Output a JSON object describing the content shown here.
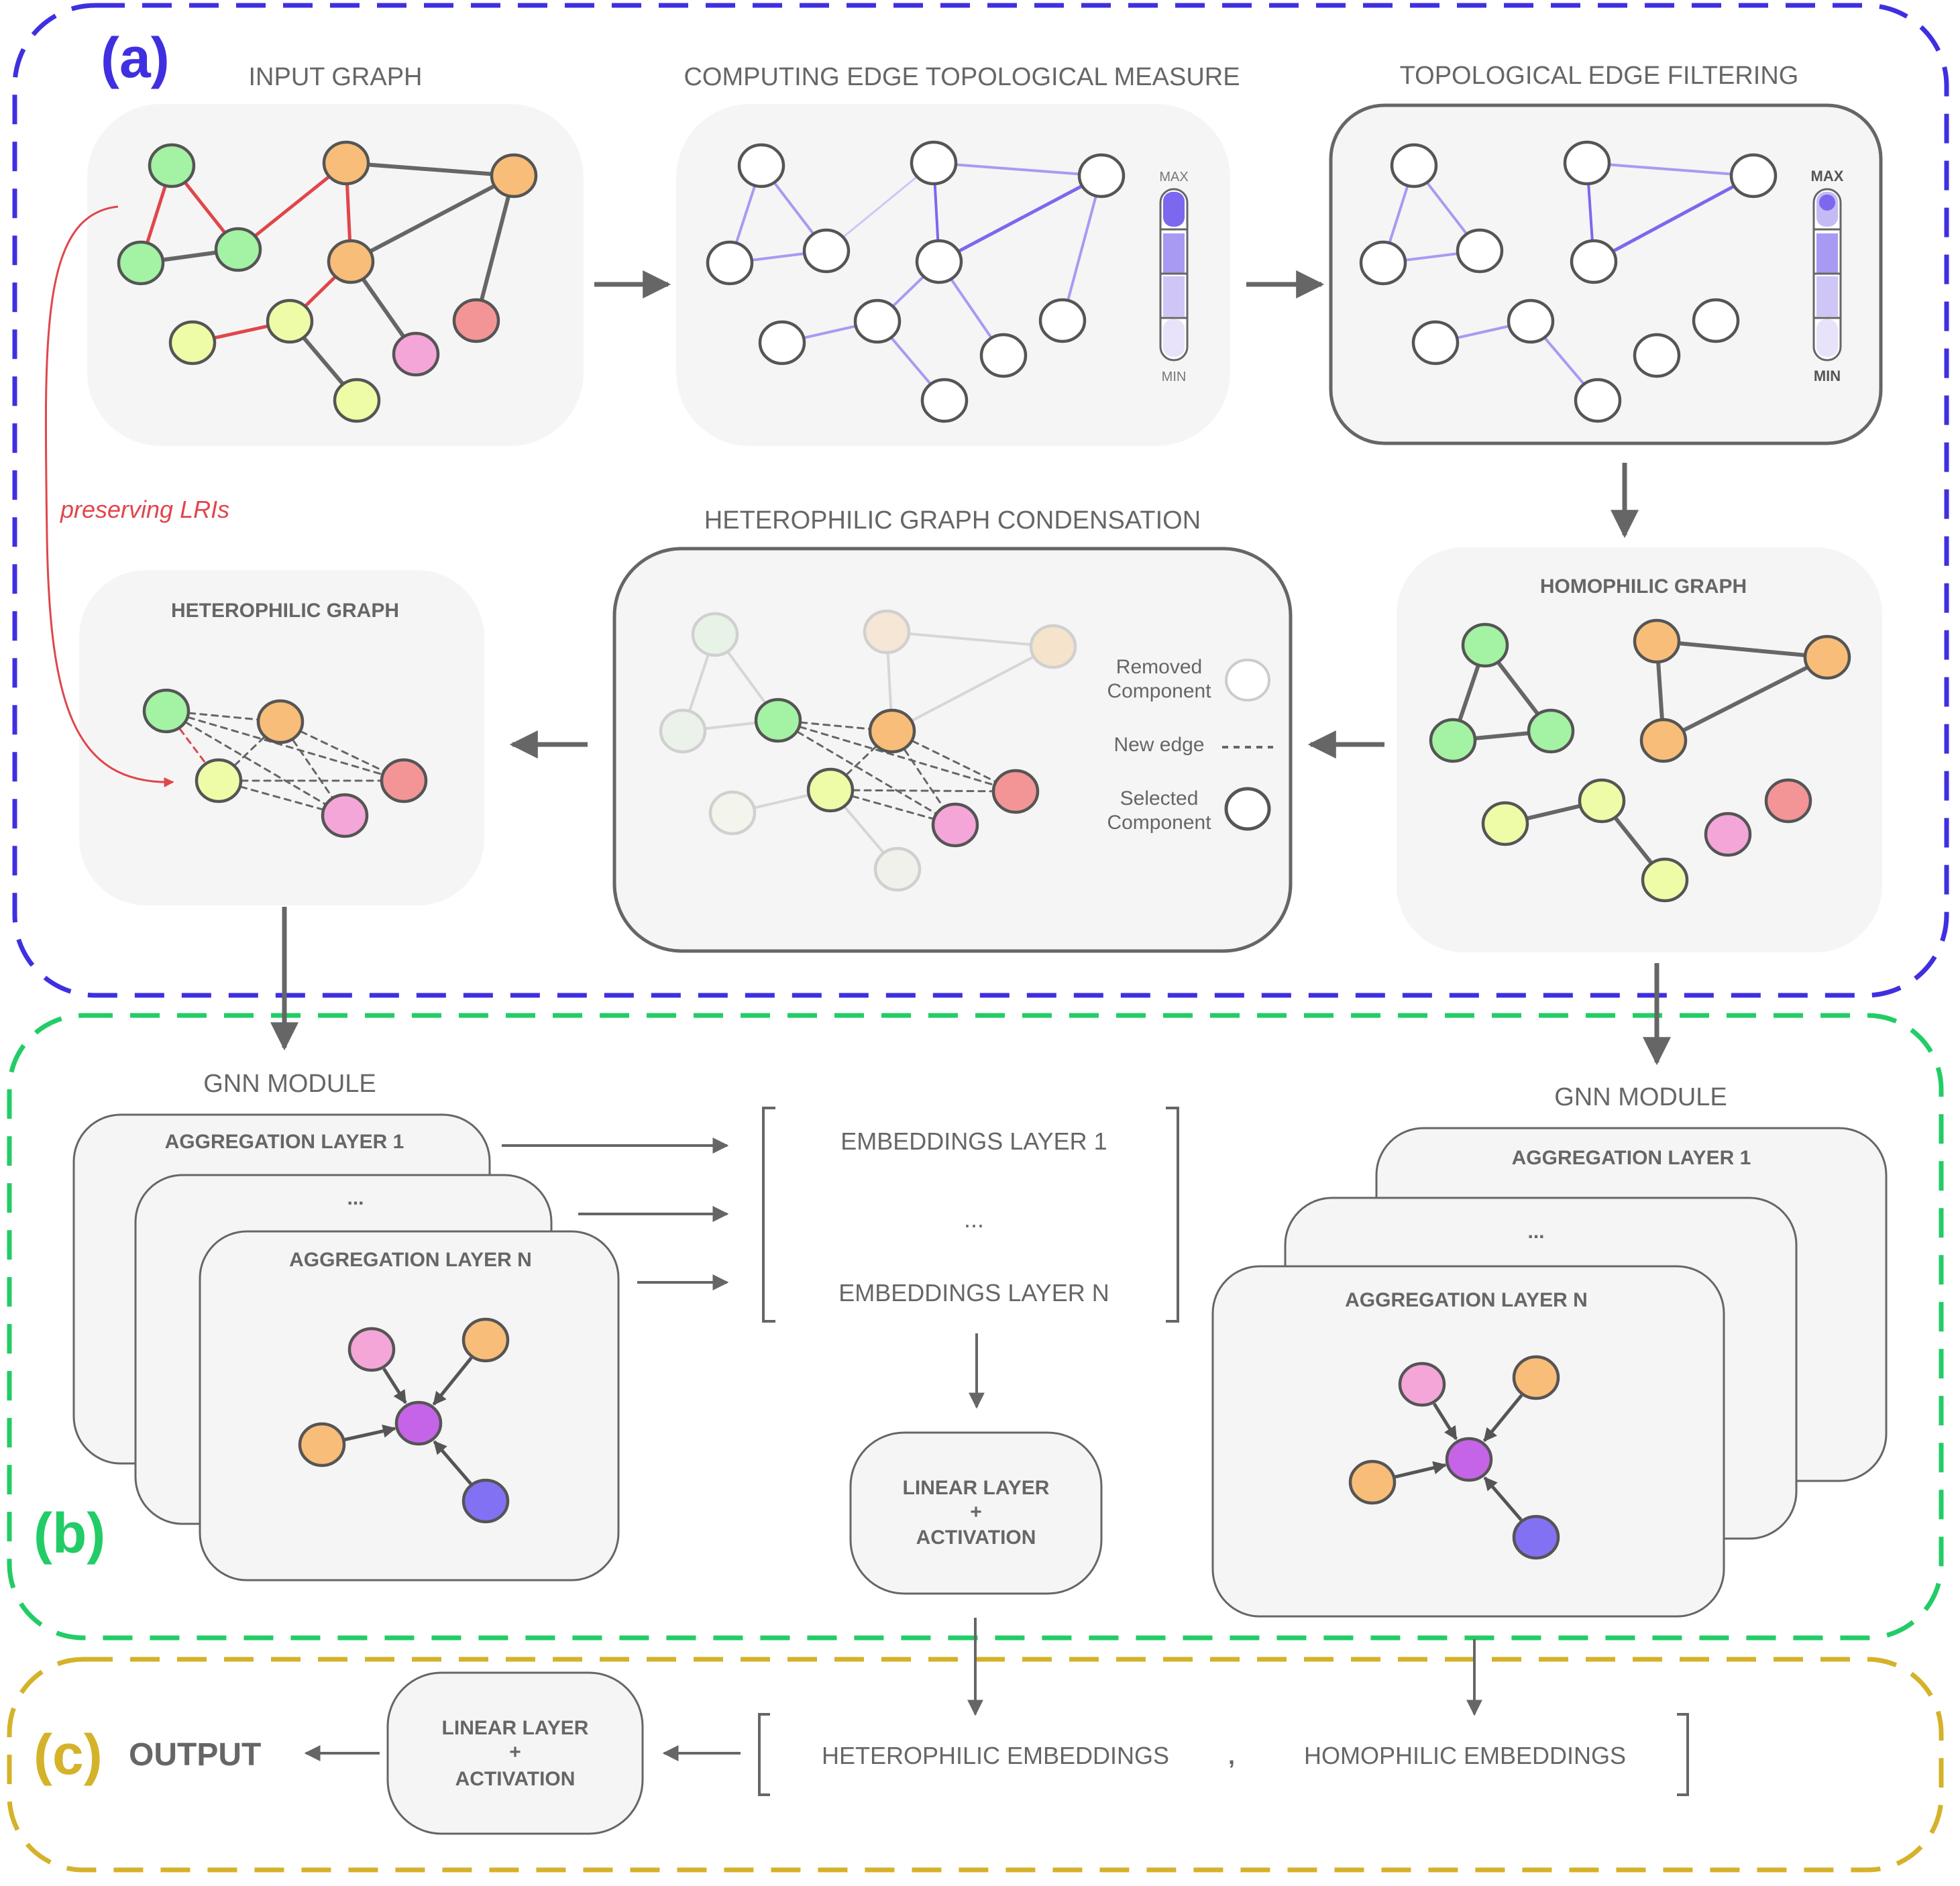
{
  "colors": {
    "section_a": "#3f2fe0",
    "section_b": "#22cc66",
    "section_c": "#d4b22a",
    "lri": "#e0464b",
    "measure": "#8f7fe8",
    "box": "#f5f5f5",
    "arrow": "#666666",
    "green": "#a4f2a4",
    "orange": "#f8bd78",
    "yellow": "#eefca8",
    "pink": "#f4a6d8",
    "red": "#f39596",
    "purple": "#c664e8",
    "blue": "#8371f4"
  },
  "sections": {
    "a": "(a)",
    "b": "(b)",
    "c": "(c)"
  },
  "panels": {
    "input_graph": "INPUT GRAPH",
    "computing_measure": "COMPUTING EDGE TOPOLOGICAL MEASURE",
    "edge_filtering": "TOPOLOGICAL EDGE FILTERING",
    "homophilic_graph": "HOMOPHILIC GRAPH",
    "condensation": "HETEROPHILIC GRAPH CONDENSATION",
    "heterophilic_graph": "HETEROPHILIC GRAPH"
  },
  "scale": {
    "max": "MAX",
    "min": "MIN"
  },
  "lri_label": "preserving LRIs",
  "legend": {
    "removed_line1": "Removed",
    "removed_line2": "Component",
    "new_edge": "New edge",
    "selected_line1": "Selected",
    "selected_line2": "Component"
  },
  "gnn_left": {
    "title": "GNN MODULE",
    "layer1": "AGGREGATION LAYER 1",
    "dots": "...",
    "layerN": "AGGREGATION LAYER N"
  },
  "gnn_right": {
    "title": "GNN MODULE",
    "layer1": "AGGREGATION LAYER 1",
    "dots": "...",
    "layerN": "AGGREGATION LAYER N"
  },
  "embeddings": {
    "layer1": "EMBEDDINGS LAYER 1",
    "dots": "...",
    "layerN": "EMBEDDINGS LAYER N"
  },
  "linear_b": {
    "line1": "LINEAR LAYER",
    "plus": "+",
    "line2": "ACTIVATION"
  },
  "linear_c": {
    "line1": "LINEAR LAYER",
    "plus": "+",
    "line2": "ACTIVATION"
  },
  "output": {
    "label": "OUTPUT",
    "heterophilic": "HETEROPHILIC EMBEDDINGS",
    "comma": ",",
    "homophilic": "HOMOPHILIC EMBEDDINGS"
  }
}
